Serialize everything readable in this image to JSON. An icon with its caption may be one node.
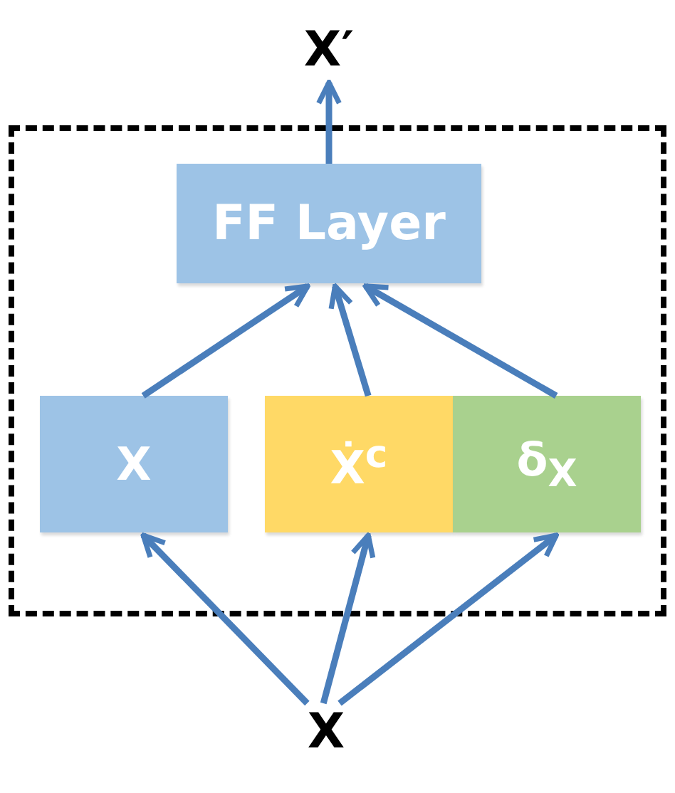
{
  "diagram": {
    "nodes": [
      {
        "text": [],
        "shape": "box"
      },
      {
        "text": [
          "X′"
        ]
      },
      {
        "text": [
          "FF Layer"
        ],
        "in": 0
      },
      {
        "text": [
          "X"
        ],
        "in": 0
      },
      {
        "text": [
          "Ẋ$^{c}$"
        ],
        "in": 0
      },
      {
        "text": [
          "δ$_{X}$"
        ],
        "in": 0
      },
      {
        "text": [
          "X"
        ]
      }
    ],
    "edges": [
      {
        "from": 6,
        "to": 3,
        "arrow": "to"
      },
      {
        "from": 6,
        "to": 4,
        "arrow": "to"
      },
      {
        "from": 6,
        "to": 5,
        "arrow": "to"
      },
      {
        "from": 3,
        "to": 2,
        "arrow": "to"
      },
      {
        "from": 4,
        "to": 2,
        "arrow": "to"
      },
      {
        "from": 5,
        "to": 2,
        "arrow": "to"
      },
      {
        "from": 2,
        "to": 1,
        "arrow": "to"
      }
    ]
  }
}
